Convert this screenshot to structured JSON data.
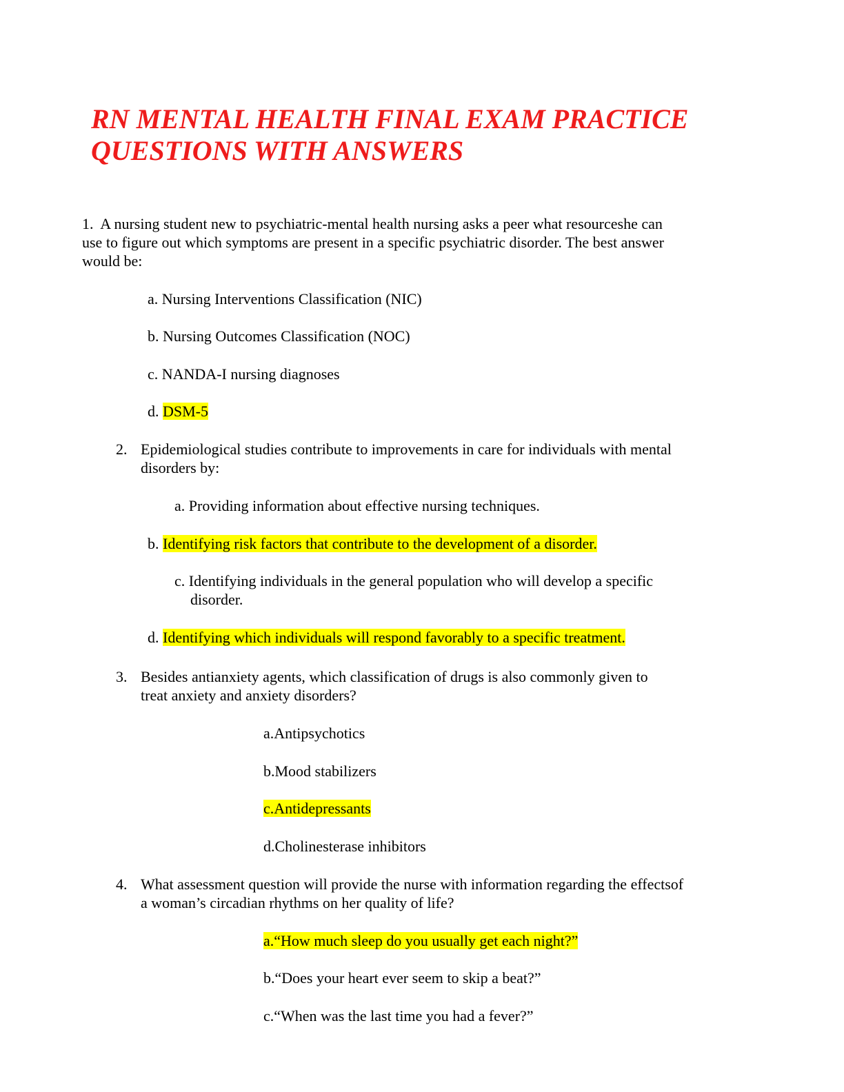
{
  "title": {
    "line1": "RN MENTAL HEALTH FINAL EXAM PRACTICE",
    "line2": "QUESTIONS WITH ANSWERS"
  },
  "highlight_color": "#ffff00",
  "title_color": "#ee1c1c",
  "questions": [
    {
      "number": "1.",
      "lines": [
        "A nursing student new to psychiatric-mental health nursing asks a peer what resourceshe can",
        "use to figure out which symptoms are present in a specific psychiatric disorder. The best answer",
        "would be:"
      ],
      "options": [
        {
          "letter": "a.",
          "text": "Nursing Interventions Classification (NIC)"
        },
        {
          "letter": "b.",
          "text": "Nursing Outcomes Classification (NOC)"
        },
        {
          "letter": "c.",
          "text": "NANDA-I nursing diagnoses"
        },
        {
          "letter": "d.",
          "text": "DSM-5",
          "highlighted": true
        }
      ]
    },
    {
      "number": "2.",
      "lines": [
        "Epidemiological studies contribute to improvements in care for individuals with mental",
        "disorders by:"
      ],
      "options": [
        {
          "letter": "a.",
          "text": "Providing information about effective nursing techniques."
        },
        {
          "letter": "b.",
          "text": "Identifying risk factors that contribute to the development of a disorder.",
          "highlighted": true
        },
        {
          "letter": "c.",
          "text": "Identifying individuals in the general population who will develop a specific",
          "text2": "disorder."
        },
        {
          "letter": "d.",
          "text": "Identifying which individuals will respond favorably to a specific treatment.",
          "highlighted": true
        }
      ]
    },
    {
      "number": "3.",
      "lines": [
        "Besides antianxiety agents, which classification of drugs is also commonly given to",
        "treat anxiety and anxiety disorders?"
      ],
      "options": [
        {
          "letter": "a.",
          "text": "Antipsychotics"
        },
        {
          "letter": "b.",
          "text": "Mood stabilizers"
        },
        {
          "letter": "c.",
          "text": "Antidepressants",
          "highlighted": true
        },
        {
          "letter": "d.",
          "text": "Cholinesterase inhibitors"
        }
      ]
    },
    {
      "number": "4.",
      "lines": [
        "What assessment question will provide the nurse with information regarding the effectsof",
        "a woman’s circadian rhythms on her quality of life?"
      ],
      "options": [
        {
          "letter": "a.",
          "text": "“How much sleep do you usually get each night?”",
          "highlighted": true
        },
        {
          "letter": "b.",
          "text": "“Does your heart ever seem to skip a beat?”"
        },
        {
          "letter": "c.",
          "text": "“When was the last time you had a fever?”"
        }
      ]
    }
  ]
}
